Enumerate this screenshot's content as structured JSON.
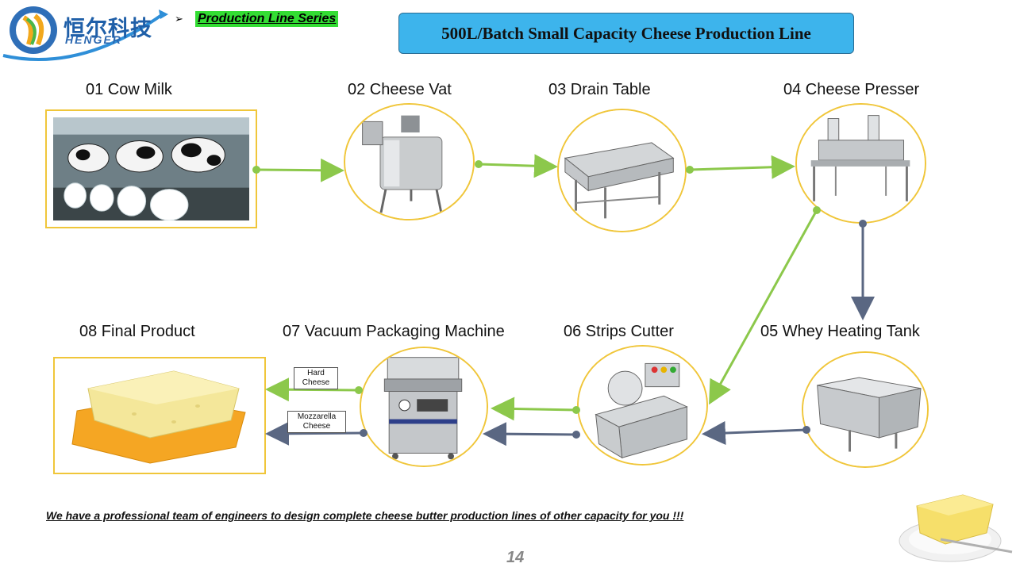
{
  "header": {
    "logo_cn": "恒尔科技",
    "logo_en": "HENGER",
    "series_arrow": "➢",
    "series_label": "Production Line Series",
    "title": "500L/Batch Small Capacity Cheese Production Line"
  },
  "steps": [
    {
      "label": "01 Cow Milk"
    },
    {
      "label": "02 Cheese Vat"
    },
    {
      "label": "03 Drain Table"
    },
    {
      "label": "04 Cheese Presser"
    },
    {
      "label": "05 Whey Heating Tank"
    },
    {
      "label": "06 Strips Cutter"
    },
    {
      "label": "07 Vacuum Packaging Machine"
    },
    {
      "label": "08 Final Product"
    }
  ],
  "tags": {
    "hard": "Hard\nCheese",
    "mozzarella": "Mozzarella\nCheese"
  },
  "colors": {
    "green_line": "#8cc84b",
    "gray_line": "#5a6782",
    "frame": "#f0c63a",
    "title_bg": "#3db4ec"
  },
  "footer": {
    "note": "We have a professional team of engineers to design complete cheese butter production lines of other capacity for you !!!",
    "page_number": "14"
  }
}
